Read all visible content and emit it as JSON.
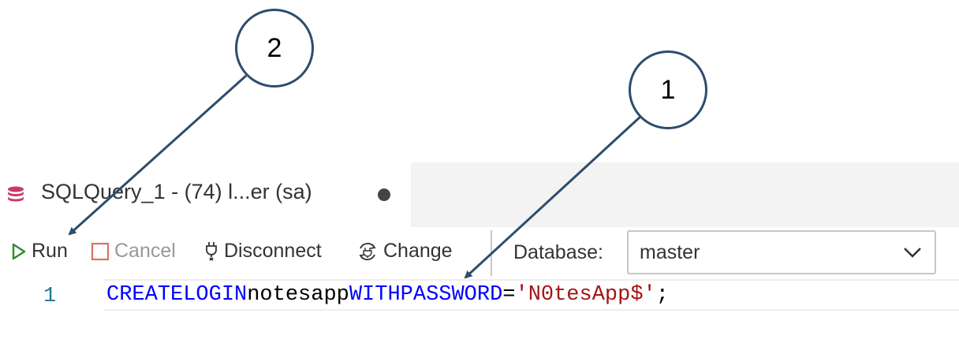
{
  "callouts": [
    {
      "number": "1"
    },
    {
      "number": "2"
    }
  ],
  "tab": {
    "title": "SQLQuery_1 - (74) l...er (sa)",
    "icon": "database-icon",
    "dirty": true
  },
  "toolbar": {
    "run_label": "Run",
    "cancel_label": "Cancel",
    "disconnect_label": "Disconnect",
    "change_label": "Change",
    "database_label": "Database:",
    "database_value": "master"
  },
  "editor": {
    "line_number": "1",
    "tokens": {
      "kw1": "CREATE",
      "kw2": "LOGIN",
      "ident": "notesapp",
      "kw3": "WITH",
      "kw4": "PASSWORD",
      "op": "=",
      "string": "'N0tesApp$'",
      "semi": ";"
    }
  },
  "colors": {
    "keyword": "#0000ff",
    "string": "#a31515",
    "run_icon": "#388a34",
    "cancel_icon": "#d9735e",
    "callout_border": "#2e4c6d"
  }
}
